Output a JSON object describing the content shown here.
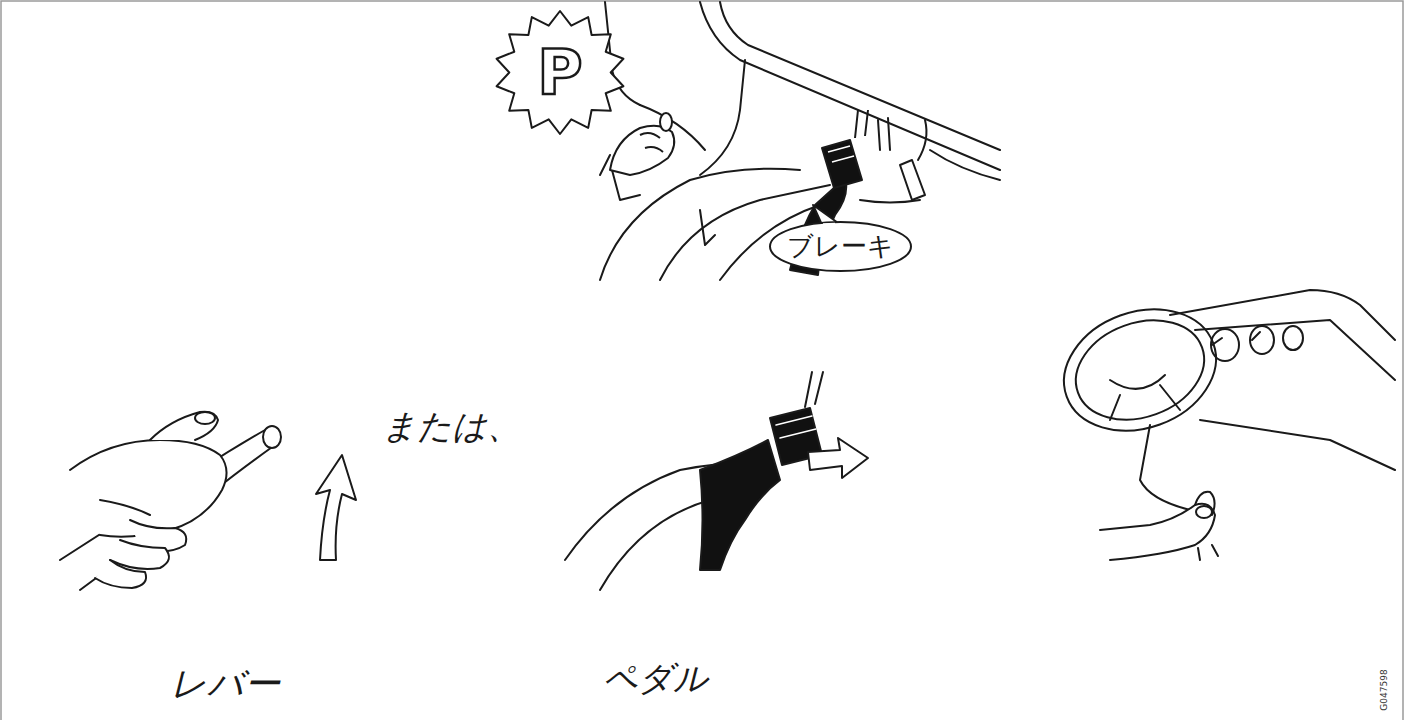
{
  "diagram": {
    "nodes": [
      {
        "text": [
          "P"
        ]
      },
      {
        "text": [
          "ブレーキ"
        ]
      }
    ],
    "labels": [
      "または、",
      "レバー",
      "ペダル",
      "G047598"
    ]
  }
}
